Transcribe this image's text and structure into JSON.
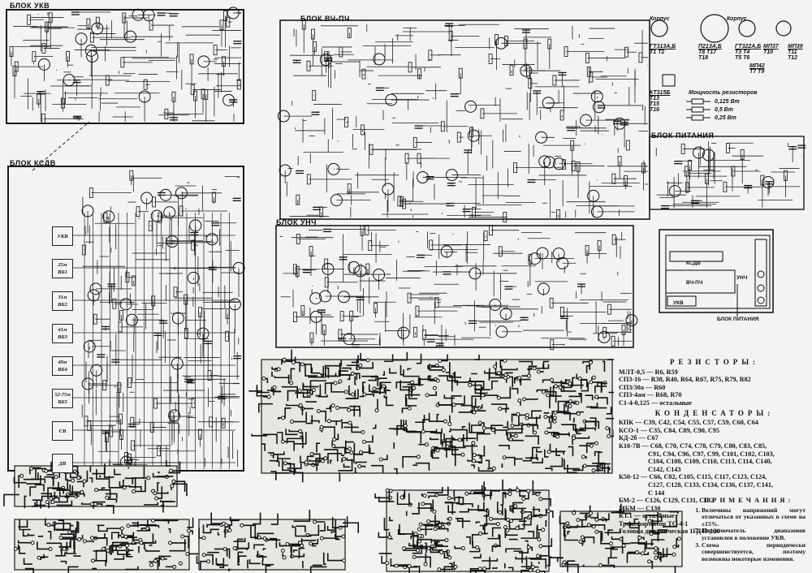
{
  "blocks": {
    "ukv": "БЛОК УКВ",
    "vch_pch": "БЛОК ВЧ-ПЧ",
    "ksdv": "БЛОК КСДВ",
    "unch": "БЛОК УНЧ",
    "power": "БЛОК ПИТАНИЯ"
  },
  "bands": [
    {
      "label": "УКВ",
      "sub": ""
    },
    {
      "label": "25м",
      "sub": "ВБ1"
    },
    {
      "label": "31м",
      "sub": "ВБ2"
    },
    {
      "label": "41м",
      "sub": "ВБ3"
    },
    {
      "label": "49м",
      "sub": "ВБ4"
    },
    {
      "label": "52-75м",
      "sub": "ВБ5"
    },
    {
      "label": "СВ",
      "sub": ""
    },
    {
      "label": "ДВ",
      "sub": ""
    }
  ],
  "transistors": {
    "case_label": "Корпус",
    "groups": [
      {
        "type": "ГТ313А,Б",
        "items": "Т1 Т2"
      },
      {
        "type": "П213А,Б",
        "items": "Т8 Т17 Т18"
      },
      {
        "type": "ГТ322А,Б",
        "items": "Т3 Т4 Т5 Т6"
      },
      {
        "type": "МП37",
        "items": "Т10"
      },
      {
        "type": "МП39",
        "items": "Т11 Т12"
      },
      {
        "type": "МП42",
        "items": "Т7 Т9"
      },
      {
        "type": "КТ315Б",
        "items": "Т13 Т15 Т16"
      }
    ],
    "power_title": "Мощность резисторов",
    "power_ratings": [
      "0,125 Вт",
      "0,5 Вт",
      "0,25 Вт"
    ]
  },
  "device": {
    "ksdv": "КСДВ",
    "vch_pch": "ВЧ-ПЧ",
    "unch": "УНЧ",
    "ukv": "УКВ",
    "power": "БЛОК ПИТАНИЯ"
  },
  "resistors": {
    "title": "РЕЗИСТОРЫ:",
    "lines": [
      "МЛТ-0,5 — R6, R59",
      "СП3-16 — R38, R40, R64, R67, R75, R79, R82",
      "СП3/30а — R60",
      "СП3-4ам — R68, R70",
      "С1-4-0,125 — остальные"
    ]
  },
  "capacitors": {
    "title": "КОНДЕНСАТОРЫ:",
    "lines": [
      "КПК — С39, С42, С54, С55, С57, С59, С60, С64",
      "КСО-1 — С35, С84, С89, С90, С95",
      "КД-2б — С67",
      "К10-7В — С68, С70, С74, С78, С79, С80, С83, С85,",
      "С91, С94, С96, С97, С99, С101, С102, С103,",
      "С104, С108, С109, С110, С113, С114, С140,",
      "С142, С143",
      "К50-12 — С66, С82, С105, С115, С117, С123, С124,",
      "С127, С128, С133, С134, С136, С137, С141,",
      "С 144",
      "БМ-2 — С126, С129, С131, С132",
      "МБМ — С130",
      "КТ.1 — остальные",
      "Трансформатор ТС-4-1",
      "Головка динамическая 1ГД48-120"
    ]
  },
  "notes": {
    "title": "ПРИМЕЧАНИЯ:",
    "items": [
      "Величины напряжений могут отличаться от указанных в схеме на ±15%.",
      "Переключатель диапазонов установлен в положение УКВ.",
      "Схема периодически совершенствуется, поэтому возможны некоторые изменения."
    ]
  }
}
